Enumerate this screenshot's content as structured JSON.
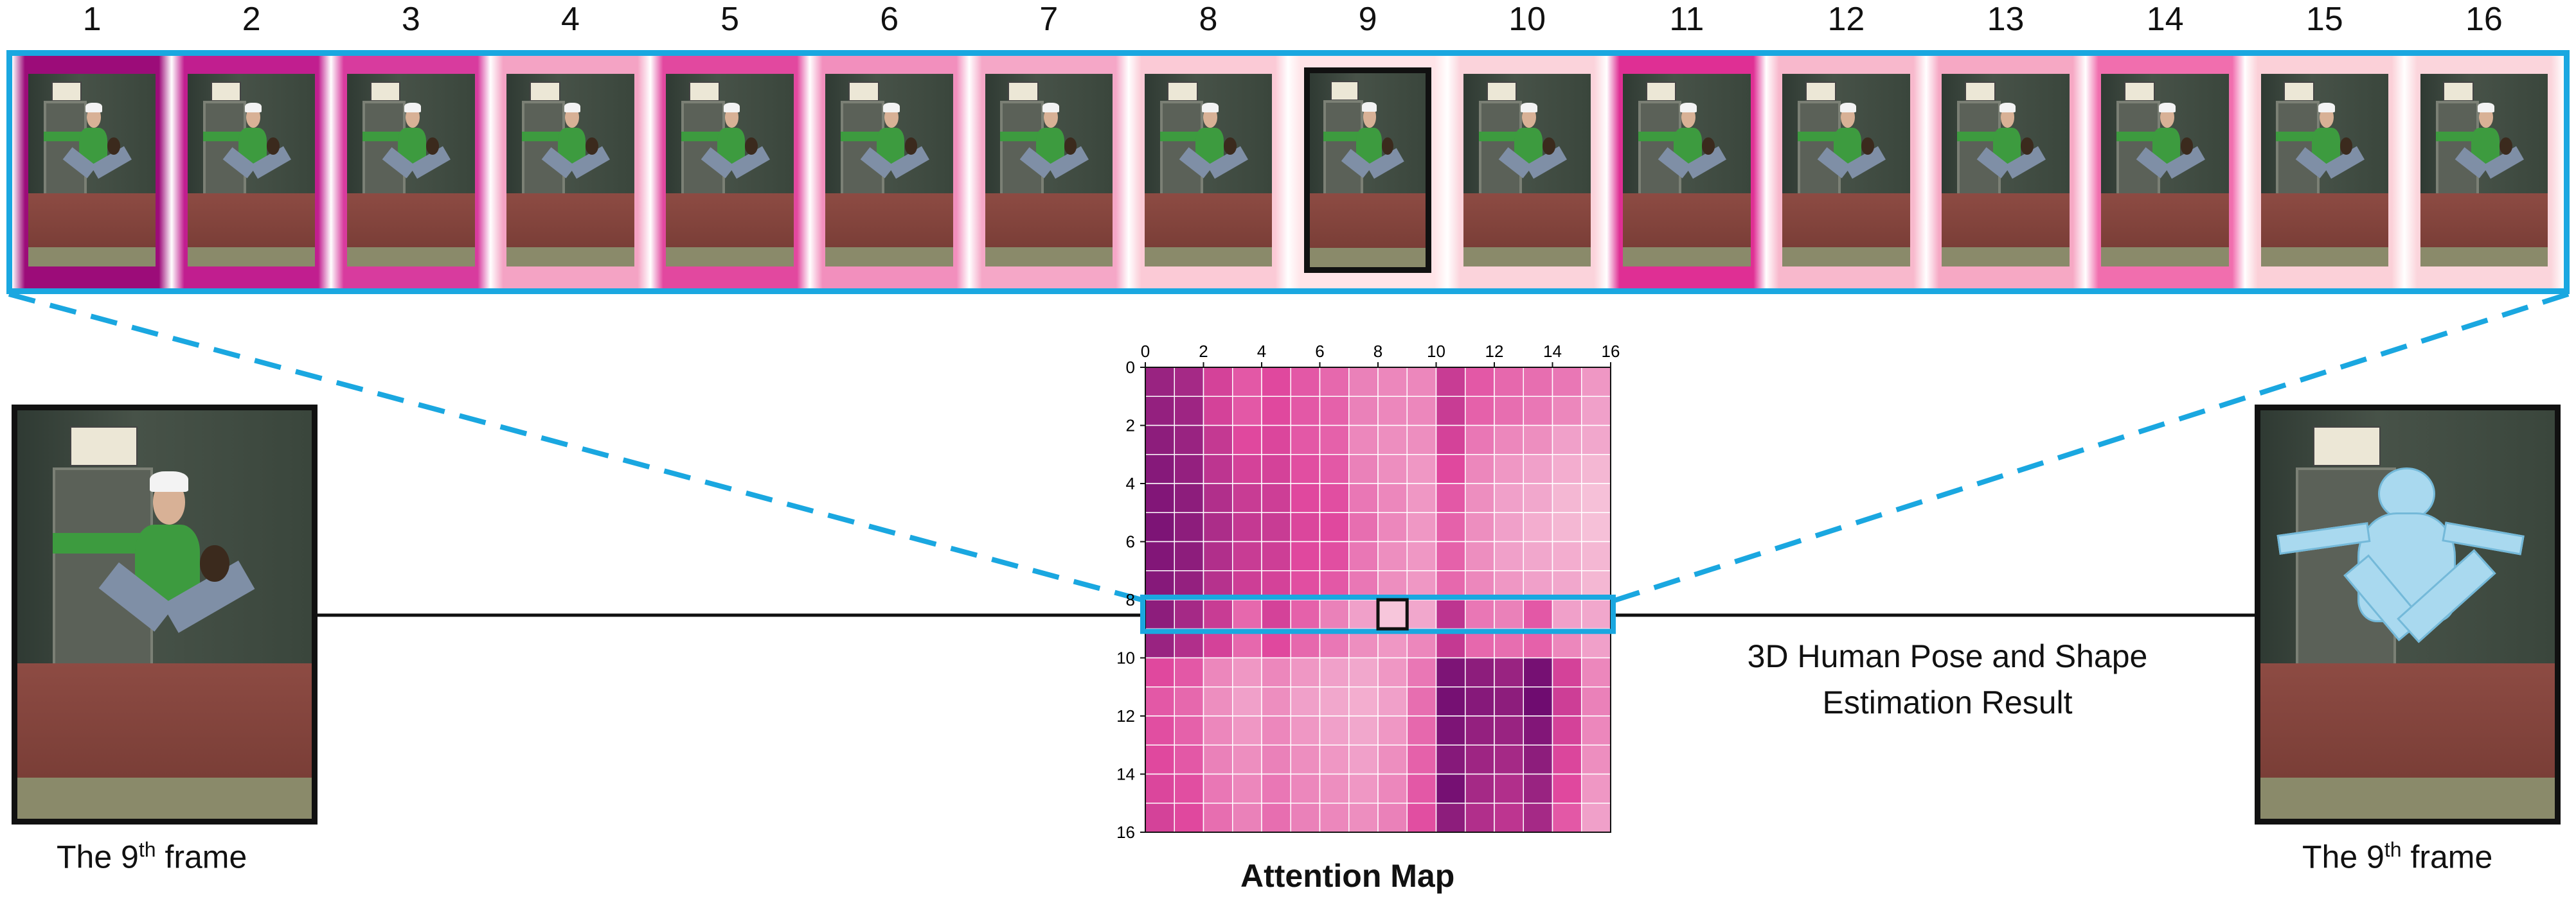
{
  "frame_strip": {
    "frame_numbers": [
      "1",
      "2",
      "3",
      "4",
      "5",
      "6",
      "7",
      "8",
      "9",
      "10",
      "11",
      "12",
      "13",
      "14",
      "15",
      "16"
    ],
    "highlighted_frame": "9",
    "border_color": "#1aa7e0",
    "cell_colors": [
      "#9c0c79",
      "#c11e8f",
      "#d83b9e",
      "#f4a3c4",
      "#e2489f",
      "#f28fbd",
      "#f5a7c7",
      "#fbcad6",
      "#ffe4e8",
      "#fbd3db",
      "#df2f94",
      "#f8b8cc",
      "#f6a8c4",
      "#f16eae",
      "#fbd0d8",
      "#fbd5dc"
    ]
  },
  "left_panel": {
    "caption_prefix": "The 9",
    "caption_sup": "th",
    "caption_suffix": " frame"
  },
  "right_panel": {
    "caption_prefix": "The 9",
    "caption_sup": "th",
    "caption_suffix": " frame",
    "result_line1": "3D Human Pose and Shape",
    "result_line2": "Estimation Result",
    "mesh_color": "#a9d9ef"
  },
  "chart_data": {
    "type": "heatmap",
    "title": "Attention Map",
    "x_ticks": [
      "0",
      "2",
      "4",
      "6",
      "8",
      "10",
      "12",
      "14",
      "16"
    ],
    "y_ticks": [
      "0",
      "2",
      "4",
      "6",
      "8",
      "10",
      "12",
      "14",
      "16"
    ],
    "size": 16,
    "highlighted_row": 8,
    "highlighted_cell": [
      8,
      8
    ],
    "colormap": {
      "low": "#fde6ea",
      "mid": "#e0489e",
      "high": "#6a0a6e"
    },
    "values": [
      [
        0.8,
        0.75,
        0.55,
        0.45,
        0.5,
        0.45,
        0.4,
        0.32,
        0.3,
        0.3,
        0.6,
        0.45,
        0.4,
        0.38,
        0.35,
        0.25
      ],
      [
        0.82,
        0.78,
        0.55,
        0.45,
        0.5,
        0.45,
        0.42,
        0.32,
        0.3,
        0.3,
        0.6,
        0.42,
        0.38,
        0.35,
        0.3,
        0.22
      ],
      [
        0.85,
        0.8,
        0.62,
        0.5,
        0.52,
        0.45,
        0.42,
        0.3,
        0.28,
        0.28,
        0.55,
        0.35,
        0.3,
        0.28,
        0.22,
        0.2
      ],
      [
        0.88,
        0.82,
        0.65,
        0.55,
        0.55,
        0.48,
        0.45,
        0.32,
        0.28,
        0.25,
        0.5,
        0.3,
        0.25,
        0.22,
        0.18,
        0.15
      ],
      [
        0.9,
        0.85,
        0.7,
        0.6,
        0.58,
        0.5,
        0.48,
        0.35,
        0.3,
        0.25,
        0.45,
        0.28,
        0.22,
        0.2,
        0.15,
        0.12
      ],
      [
        0.92,
        0.85,
        0.72,
        0.62,
        0.6,
        0.52,
        0.5,
        0.38,
        0.3,
        0.25,
        0.42,
        0.28,
        0.22,
        0.18,
        0.15,
        0.12
      ],
      [
        0.9,
        0.85,
        0.7,
        0.6,
        0.58,
        0.5,
        0.48,
        0.35,
        0.28,
        0.25,
        0.42,
        0.28,
        0.22,
        0.2,
        0.18,
        0.15
      ],
      [
        0.88,
        0.82,
        0.68,
        0.58,
        0.55,
        0.48,
        0.45,
        0.35,
        0.28,
        0.25,
        0.4,
        0.3,
        0.25,
        0.22,
        0.2,
        0.15
      ],
      [
        0.85,
        0.75,
        0.6,
        0.4,
        0.55,
        0.42,
        0.32,
        0.22,
        0.1,
        0.2,
        0.65,
        0.35,
        0.32,
        0.45,
        0.22,
        0.2
      ],
      [
        0.8,
        0.7,
        0.55,
        0.4,
        0.5,
        0.4,
        0.35,
        0.28,
        0.25,
        0.3,
        0.62,
        0.4,
        0.38,
        0.42,
        0.3,
        0.22
      ],
      [
        0.5,
        0.45,
        0.3,
        0.25,
        0.3,
        0.25,
        0.22,
        0.2,
        0.25,
        0.35,
        0.92,
        0.85,
        0.8,
        0.95,
        0.55,
        0.3
      ],
      [
        0.45,
        0.4,
        0.28,
        0.22,
        0.28,
        0.22,
        0.2,
        0.18,
        0.22,
        0.38,
        0.95,
        0.88,
        0.85,
        0.98,
        0.58,
        0.32
      ],
      [
        0.48,
        0.42,
        0.3,
        0.25,
        0.3,
        0.25,
        0.22,
        0.2,
        0.25,
        0.4,
        0.92,
        0.82,
        0.8,
        0.9,
        0.55,
        0.3
      ],
      [
        0.5,
        0.45,
        0.32,
        0.28,
        0.32,
        0.28,
        0.25,
        0.22,
        0.28,
        0.42,
        0.88,
        0.78,
        0.75,
        0.85,
        0.52,
        0.28
      ],
      [
        0.52,
        0.48,
        0.35,
        0.3,
        0.35,
        0.3,
        0.28,
        0.25,
        0.3,
        0.45,
        0.95,
        0.75,
        0.7,
        0.8,
        0.5,
        0.25
      ],
      [
        0.55,
        0.5,
        0.38,
        0.32,
        0.38,
        0.32,
        0.3,
        0.28,
        0.32,
        0.48,
        0.85,
        0.7,
        0.65,
        0.75,
        0.45,
        0.22
      ]
    ]
  }
}
